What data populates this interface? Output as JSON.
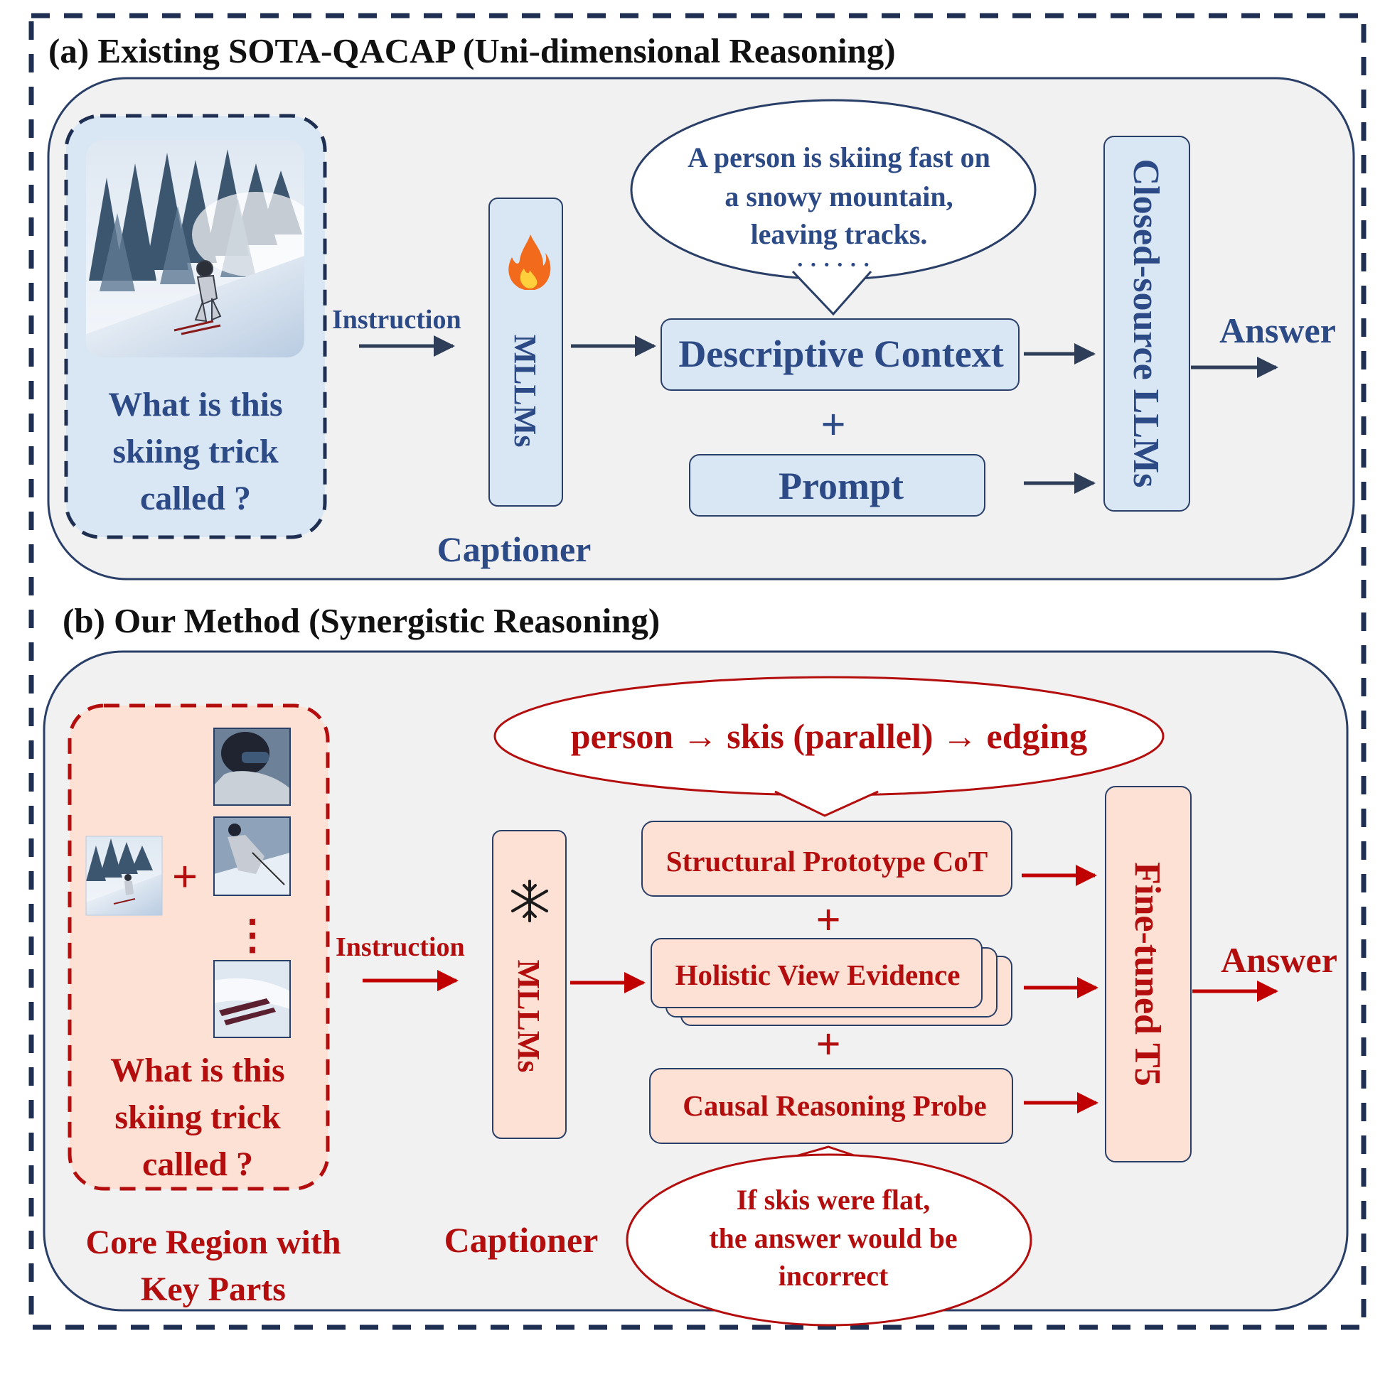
{
  "section_a": {
    "title": "(a)  Existing SOTA-QACAP (Uni-dimensional Reasoning)",
    "question_lines": [
      "What is this",
      "skiing trick",
      "called ?"
    ],
    "instruction_label": "Instruction",
    "mllm_label": "MLLMs",
    "captioner_label": "Captioner",
    "bubble_lines": [
      "A person is skiing fast on",
      "a snowy mountain,",
      "leaving tracks.",
      "· · · · · ·"
    ],
    "descriptive_context_label": "Descriptive Context",
    "plus_symbol": "+",
    "prompt_label": "Prompt",
    "llm_label": "Closed-source LLMs",
    "answer_label": "Answer",
    "mllm_icon": "fire-icon"
  },
  "section_b": {
    "title": "(b) Our Method (Synergistic Reasoning)",
    "plus_symbol": "+",
    "ellipsis_symbol": "⋮",
    "question_lines": [
      "What is this",
      "skiing trick",
      "called ?"
    ],
    "core_region_lines": [
      "Core Region with",
      "Key Parts"
    ],
    "instruction_label": "Instruction",
    "mllm_label": "MLLMs",
    "captioner_label": "Captioner",
    "top_bubble_text": "person → skis (parallel) → edging",
    "structural_label": "Structural Prototype CoT",
    "holistic_label": "Holistic View Evidence",
    "causal_label": "Causal Reasoning Probe",
    "bottom_bubble_lines": [
      "If skis were flat,",
      "the answer would be",
      "incorrect"
    ],
    "t5_label": "Fine-tuned T5",
    "answer_label": "Answer",
    "mllm_icon": "snowflake-icon"
  },
  "colors": {
    "blue_text": "#2c4a86",
    "red_text": "#b30d0d",
    "blue_box_fill": "#d9e6f3",
    "red_box_fill": "#fce1d4",
    "panel_fill": "#f1f1f1",
    "frame_dash": "#1e2f52"
  }
}
